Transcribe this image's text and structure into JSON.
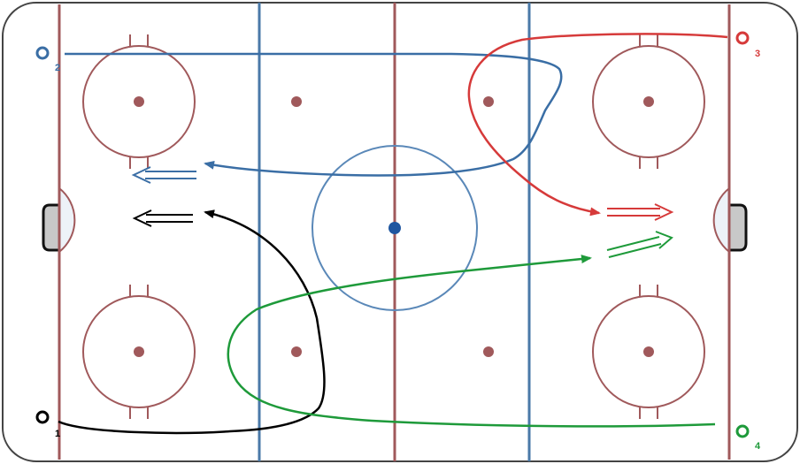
{
  "diagram": {
    "type": "hockey-rink-drill",
    "colors": {
      "rink_line": "#a0595b",
      "blue_line": "#4a79a8",
      "crease_fill": "#edf2f8",
      "net_fill": "#c8c8c8",
      "center_dot": "#1f56a0",
      "faceoff_dot": "#a0595b",
      "boards": "#444444"
    },
    "players": [
      {
        "id": "p1",
        "label": "1",
        "color": "#000000",
        "icon": "player-circle"
      },
      {
        "id": "p2",
        "label": "2",
        "color": "#3a6ea5",
        "icon": "player-circle"
      },
      {
        "id": "p3",
        "label": "3",
        "color": "#d63a3a",
        "icon": "player-circle"
      },
      {
        "id": "p4",
        "label": "4",
        "color": "#1e9a3a",
        "icon": "player-circle"
      }
    ],
    "paths": [
      {
        "player": "p1",
        "color": "#000000",
        "icon": "skate-arrow",
        "pass_icon": "pass-double-arrow"
      },
      {
        "player": "p2",
        "color": "#3a6ea5",
        "icon": "skate-arrow",
        "pass_icon": "pass-double-arrow"
      },
      {
        "player": "p3",
        "color": "#d63a3a",
        "icon": "skate-arrow",
        "pass_icon": "pass-double-arrow"
      },
      {
        "player": "p4",
        "color": "#1e9a3a",
        "icon": "skate-arrow",
        "pass_icon": "pass-double-arrow"
      }
    ]
  }
}
